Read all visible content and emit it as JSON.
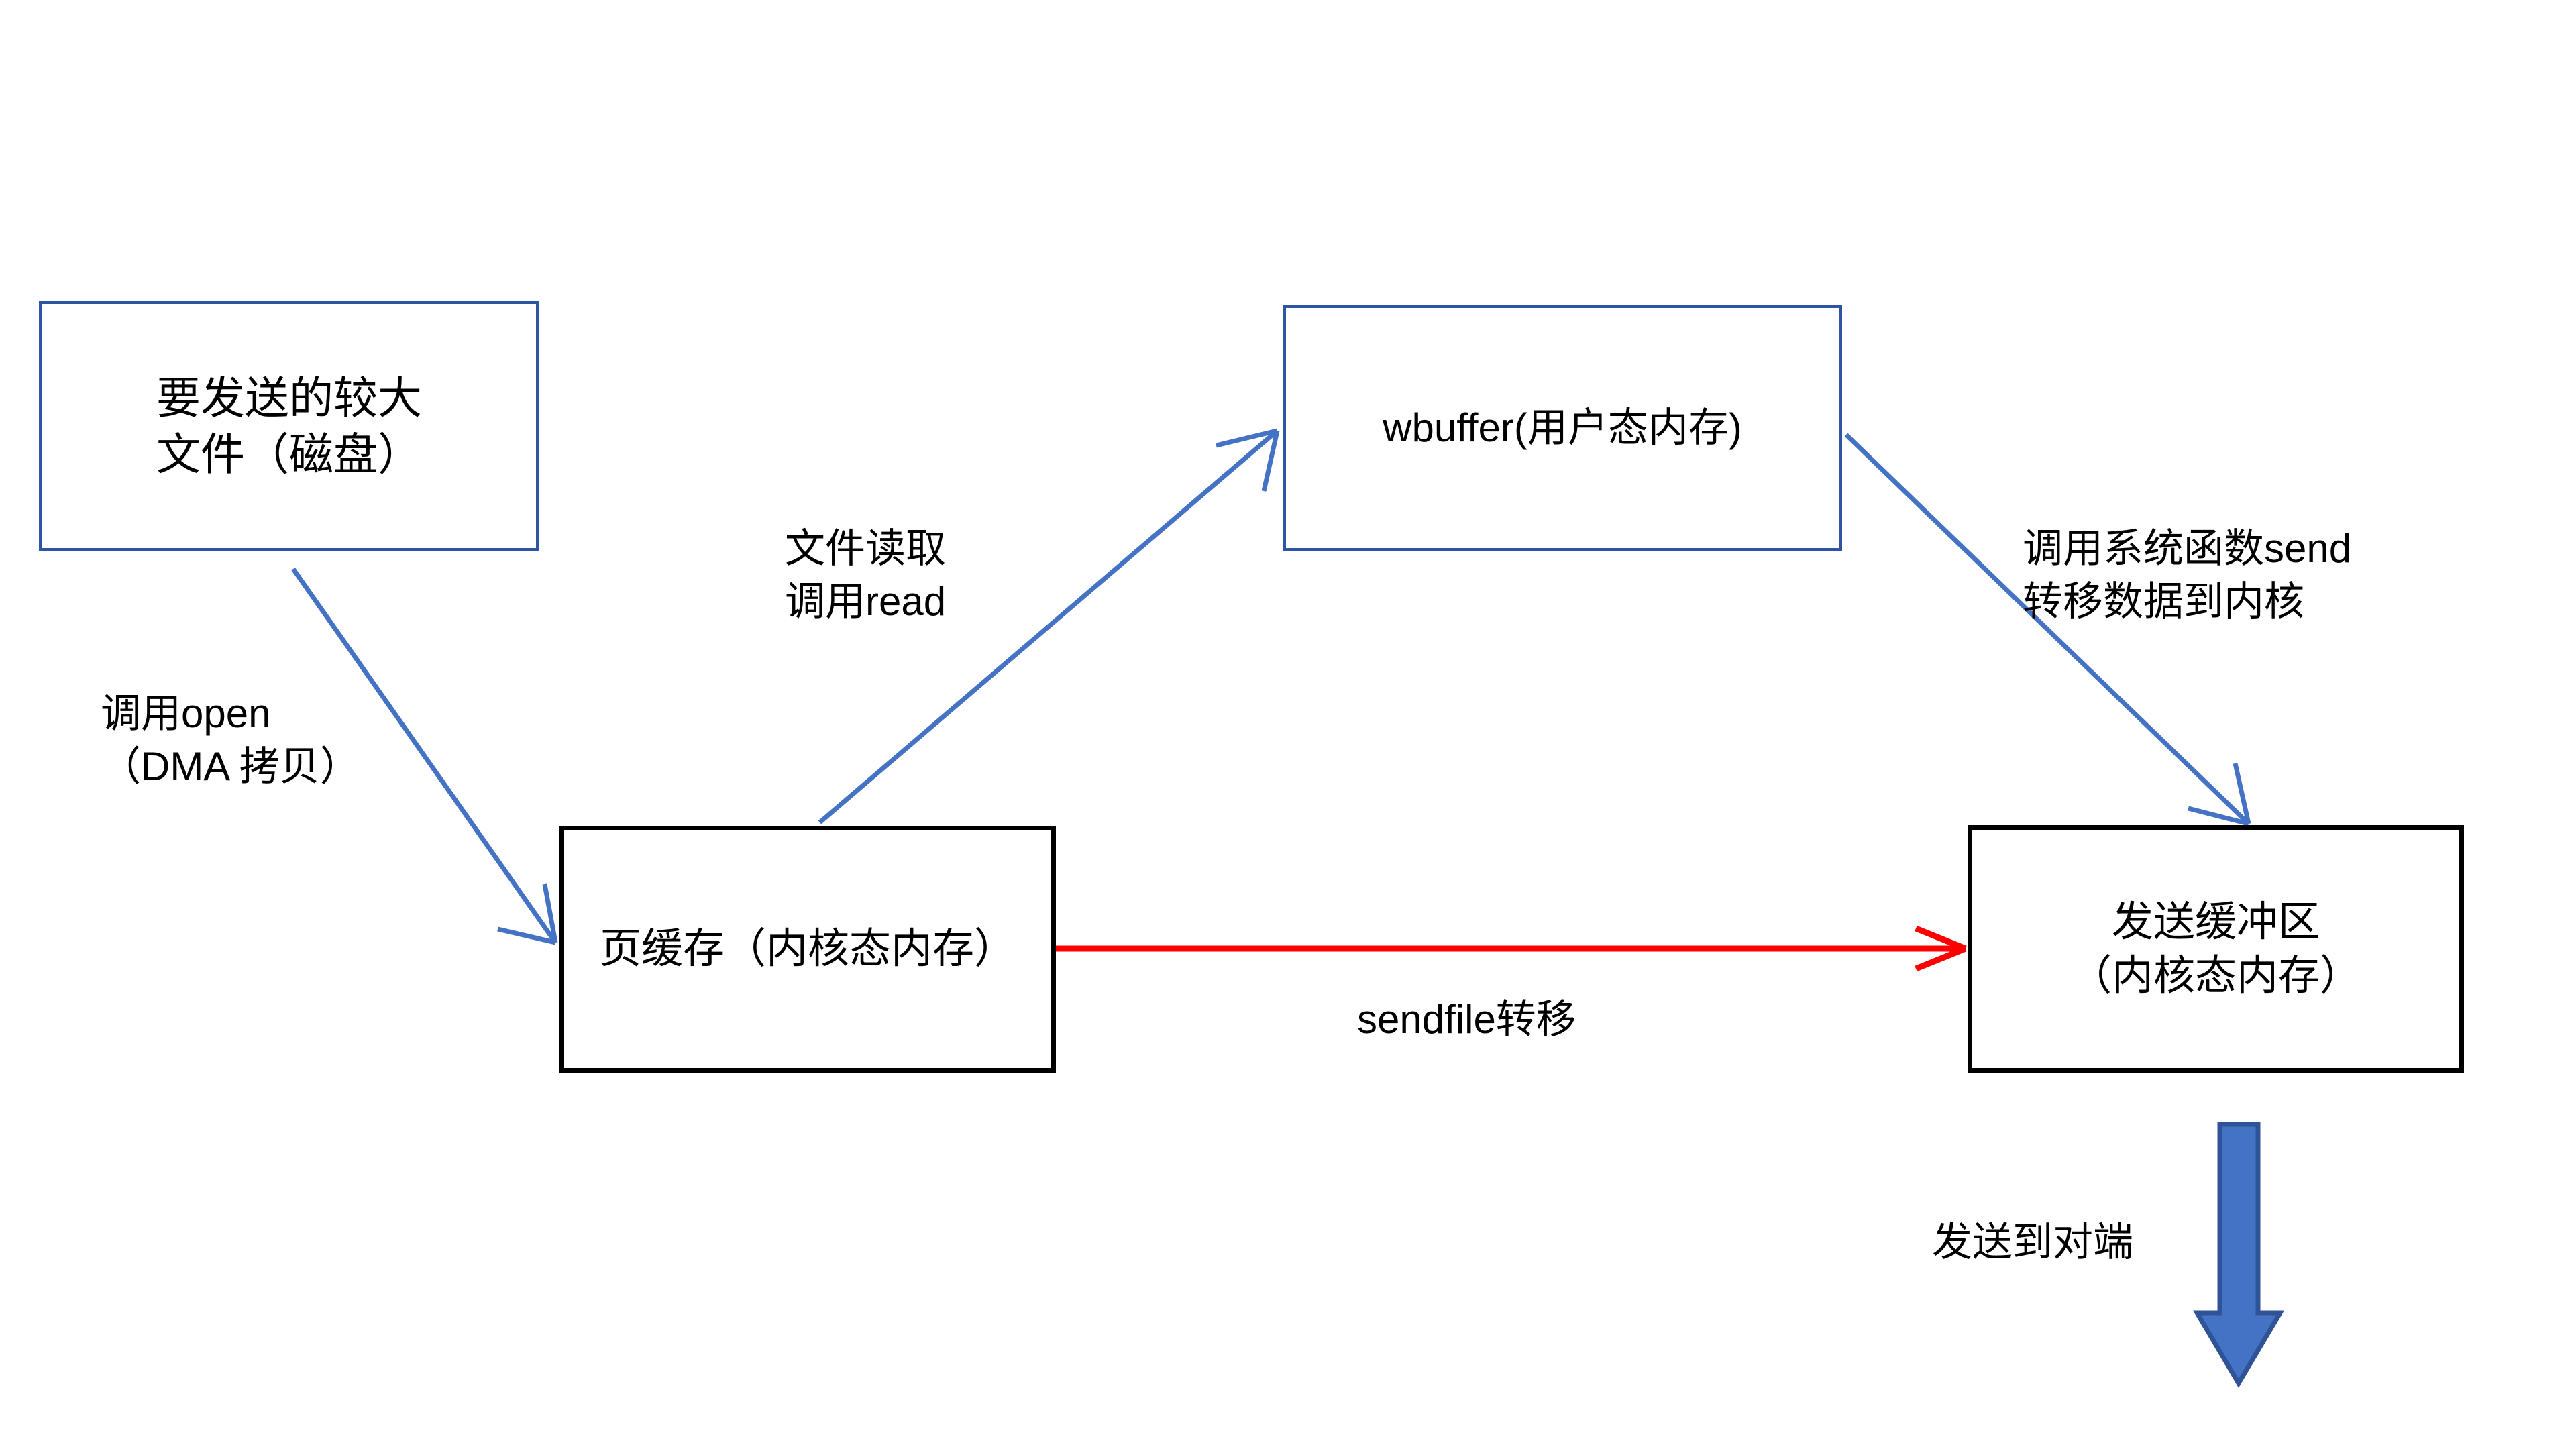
{
  "diagram": {
    "title": "sendfile zero-copy data flow",
    "background": "#ffffff",
    "colors": {
      "box_border_blue": "#2E55A3",
      "box_border_black": "#000000",
      "connector_blue": "#4472C4",
      "connector_red": "#FF0000",
      "block_arrow_fill": "#4472C4",
      "block_arrow_stroke": "#2E5396",
      "text": "#000000"
    },
    "nodes": [
      {
        "id": "file",
        "label": "要发送的较大\n文件（磁盘）",
        "border_style": "blue"
      },
      {
        "id": "wbuffer",
        "label": "wbuffer(用户态内存)",
        "border_style": "blue"
      },
      {
        "id": "pagecache",
        "label": "页缓存（内核态内存）",
        "border_style": "black"
      },
      {
        "id": "sendbuf",
        "label": "发送缓冲区\n（内核态内存）",
        "border_style": "black"
      }
    ],
    "edges": [
      {
        "id": "open",
        "label": "调用open\n（DMA 拷贝）",
        "color": "#4472C4",
        "from": "file",
        "to": "pagecache"
      },
      {
        "id": "read",
        "label": "文件读取\n调用read",
        "color": "#4472C4",
        "from": "pagecache",
        "to": "wbuffer"
      },
      {
        "id": "send",
        "label": "调用系统函数send\n转移数据到内核",
        "color": "#4472C4",
        "from": "wbuffer",
        "to": "sendbuf"
      },
      {
        "id": "sendfile",
        "label": "sendfile转移",
        "color": "#FF0000",
        "from": "pagecache",
        "to": "sendbuf"
      },
      {
        "id": "to-peer",
        "label": "发送到对端",
        "color": "#4472C4",
        "from": "sendbuf",
        "to": "peer"
      }
    ]
  }
}
